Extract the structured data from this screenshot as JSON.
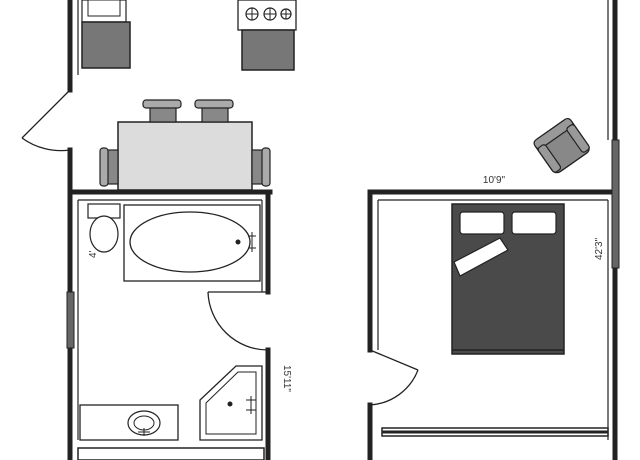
{
  "colors": {
    "wall": "#222222",
    "fixture": "#aaaaaa",
    "furniture_dark": "#555555",
    "table": "#dcdcdc",
    "bed": "#4a4a4a",
    "background": "#ffffff"
  },
  "dimensions": {
    "bedroom_width": "10'9\"",
    "bedroom_length": "42'3\"",
    "bath_width": "4'",
    "bath_length": "15'11\""
  },
  "icons": [
    "stove-icon",
    "sink-icon",
    "toilet-icon",
    "bathtub-icon",
    "armchair-icon",
    "bed-icon",
    "dining-table-icon",
    "shower-icon"
  ]
}
